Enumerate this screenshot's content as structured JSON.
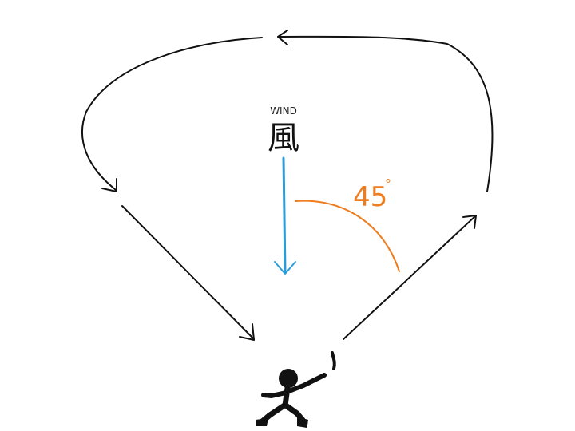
{
  "wind": {
    "caption": "WIND",
    "kanji": "風"
  },
  "angle": {
    "value": "45",
    "degree_symbol": "°"
  },
  "colors": {
    "ink": "#111111",
    "wind_arrow": "#2b9cd8",
    "angle": "#ee7d1f"
  },
  "icons": {
    "figure": "stick-figure-icon"
  }
}
